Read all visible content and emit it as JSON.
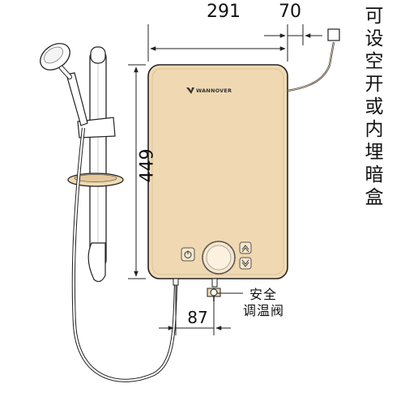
{
  "dimensions": {
    "width": "291",
    "depth": "70",
    "height": "449",
    "pipe_offset": "87"
  },
  "side_note": [
    "可",
    "设",
    "空",
    "开",
    "或",
    "内",
    "埋",
    "暗",
    "盒"
  ],
  "valve_label": {
    "line1": "安全",
    "line2": "调温阀"
  },
  "brand": "WANNOVER",
  "colors": {
    "panel": "#f0d9b2",
    "panel_edge": "#c9ad86",
    "line": "#222222"
  },
  "icons": [
    "power-icon",
    "dial-knob-icon",
    "up-arrow-icon",
    "down-arrow-icon",
    "shower-head-icon",
    "junction-box-icon"
  ]
}
